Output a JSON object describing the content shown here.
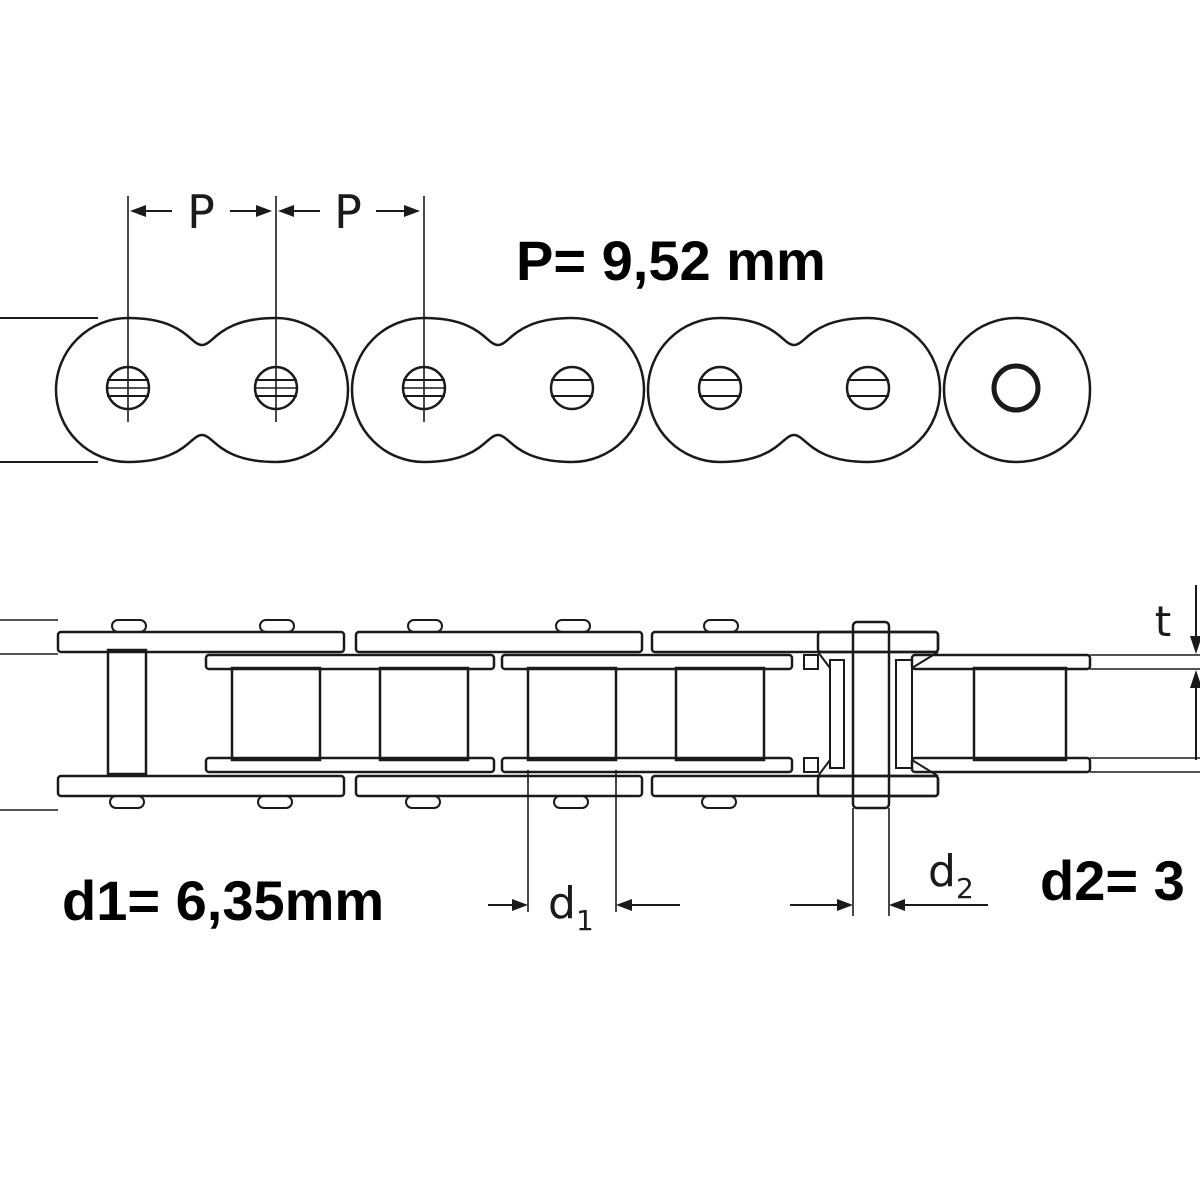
{
  "labels": {
    "pitch_symbol_1": "P",
    "pitch_symbol_2": "P",
    "pitch_value": "P= 9,52 mm",
    "d1_value": "d1= 6,35mm",
    "d1_symbol": "d",
    "d1_subscript": "1",
    "d2_symbol": "d",
    "d2_subscript": "2",
    "d2_value": "d2= 3",
    "t_symbol": "t"
  },
  "colors": {
    "outline": "#1a1a1a",
    "plate_light": "#f4f7fb",
    "plate_dark": "#c9d3de",
    "roller_light": "#ffffff",
    "roller_dark": "#b5c2d1",
    "pin_head": "#8f9aa6"
  }
}
